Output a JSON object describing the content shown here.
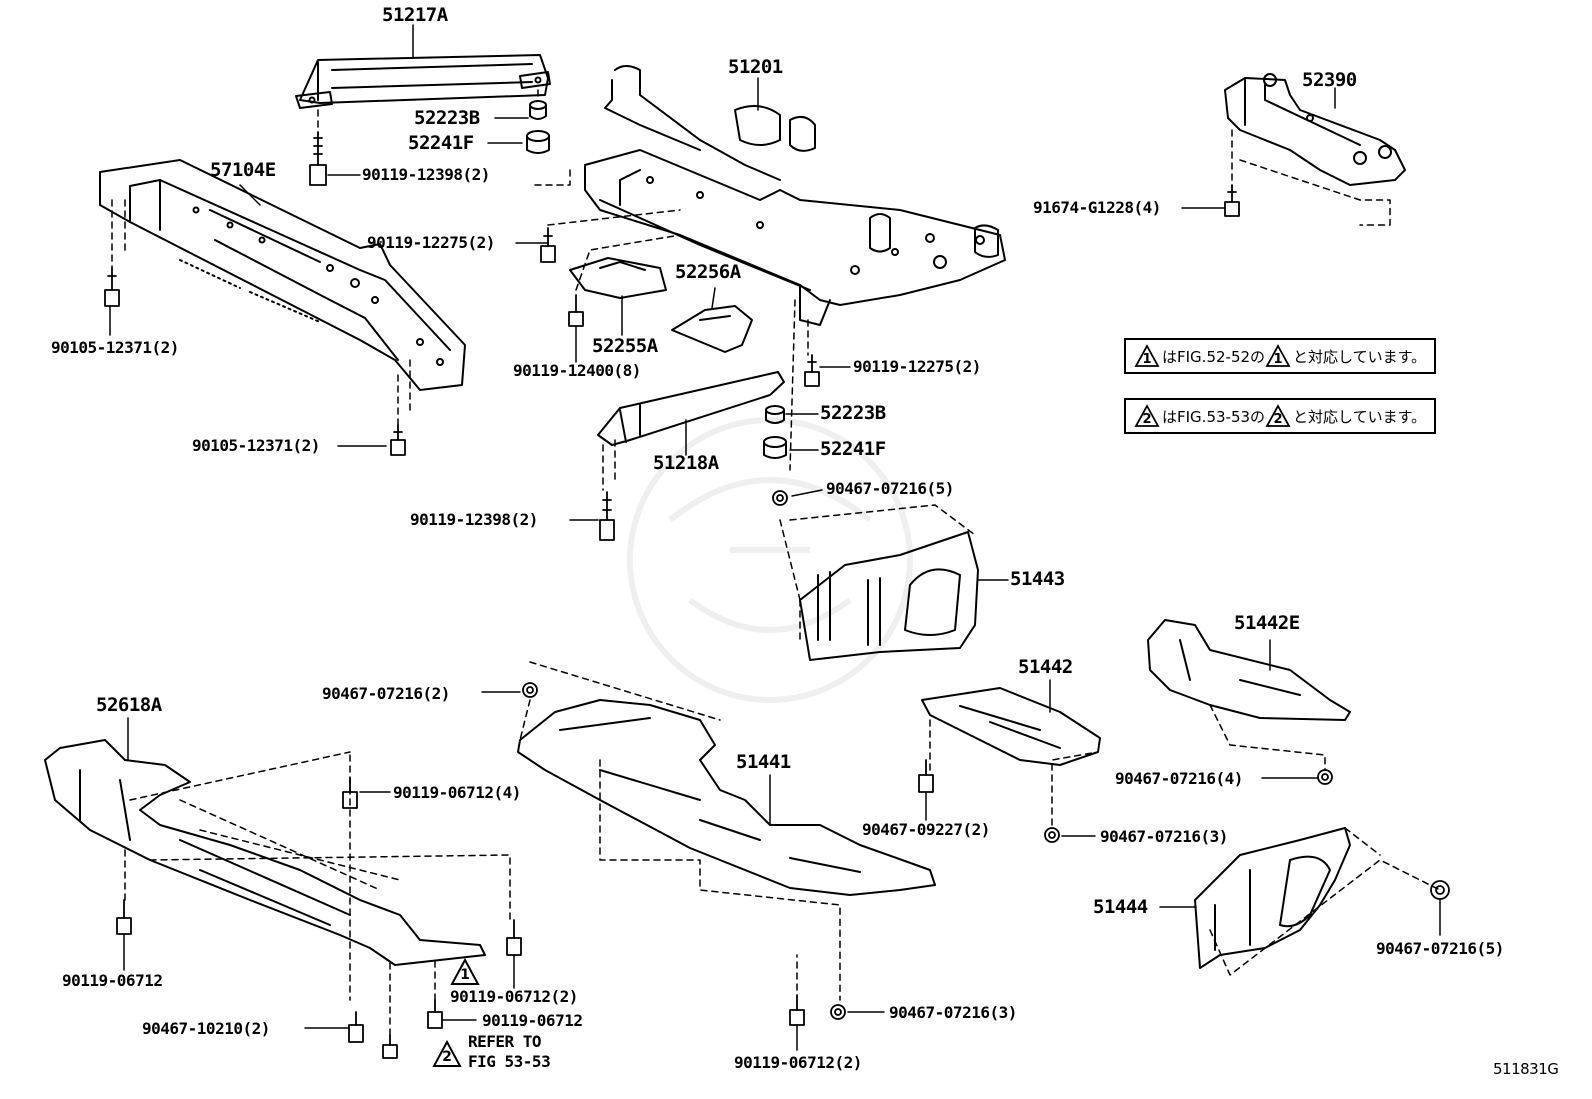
{
  "diagram_id": "511831G",
  "parts": {
    "p51217A": "51217A",
    "p52223B_top": "52223B",
    "p52241F_top": "52241F",
    "p90119_12398_2_top": "90119-12398(2)",
    "p57104E": "57104E",
    "p90119_12275_2_left": "90119-12275(2)",
    "p90105_12371_2_a": "90105-12371(2)",
    "p90105_12371_2_b": "90105-12371(2)",
    "p51201": "51201",
    "p52256A": "52256A",
    "p52255A": "52255A",
    "p90119_12400_8": "90119-12400(8)",
    "p90119_12275_2_right": "90119-12275(2)",
    "p52223B_mid": "52223B",
    "p52241F_mid": "52241F",
    "p51218A": "51218A",
    "p90119_12398_2_mid": "90119-12398(2)",
    "p90467_07216_5_a": "90467-07216(5)",
    "p51443": "51443",
    "p52390": "52390",
    "p91674_G1228_4": "91674-G1228(4)",
    "p51442E": "51442E",
    "p51442": "51442",
    "p90467_07216_4": "90467-07216(4)",
    "p90467_09227_2": "90467-09227(2)",
    "p90467_07216_3_a": "90467-07216(3)",
    "p51444": "51444",
    "p90467_07216_5_b": "90467-07216(5)",
    "p90467_07216_2": "90467-07216(2)",
    "p51441": "51441",
    "p90467_07216_3_b": "90467-07216(3)",
    "p90119_06712_2_bot": "90119-06712(2)",
    "p52618A": "52618A",
    "p90119_06712_4": "90119-06712(4)",
    "p90119_06712_a": "90119-06712",
    "p90119_06712_2_left": "90119-06712(2)",
    "p90119_06712_b": "90119-06712",
    "p90467_10210_2": "90467-10210(2)",
    "refer_line1": "REFER TO",
    "refer_line2": "FIG 53-53"
  },
  "notes": [
    {
      "mark": "1",
      "text_a": "はFIG.52-52の",
      "text_b": "と対応しています。"
    },
    {
      "mark": "2",
      "text_a": "はFIG.53-53の",
      "text_b": "と対応しています。"
    }
  ],
  "marks": {
    "m1": "1",
    "m2": "2"
  }
}
